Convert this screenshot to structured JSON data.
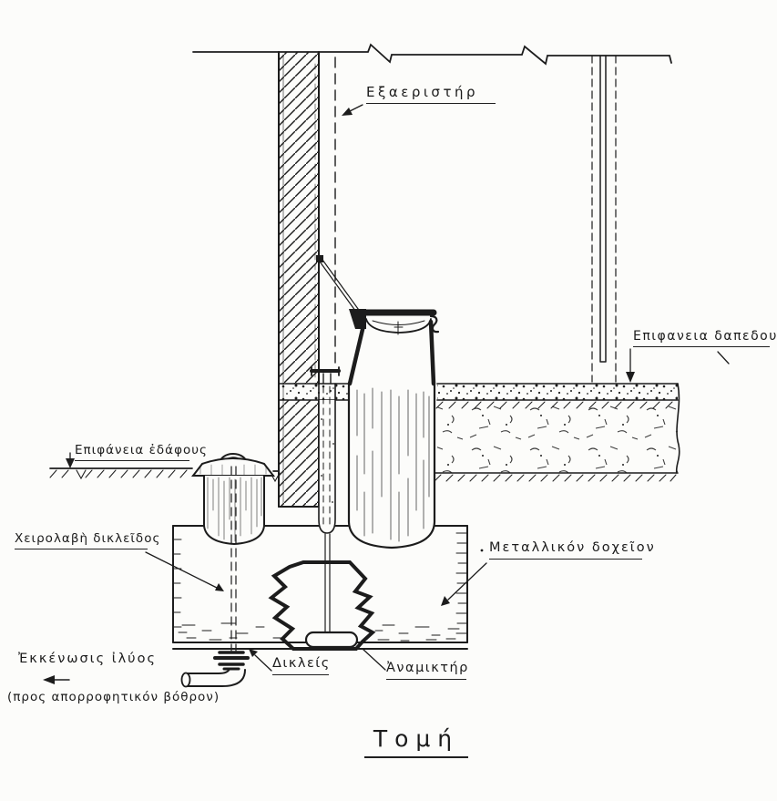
{
  "drawing": {
    "title": "Τομή",
    "labels": {
      "vent": "Εξαεριστήρ",
      "floor_surface": "Επιφανεια δαπεδου",
      "ground_surface": "Επιφάνεια ἐδάφους",
      "valve_handle": "Χειρολαβὴ δικλεῖδος",
      "metal_container": "Μεταλλικόν δοχεῖον",
      "mixer": "Ἀναμικτήρ",
      "valve": "Δικλείς",
      "sludge_drain": "Ἐκκένωσις ἰλύος",
      "drain_note": "(προς απορροφητικόν βόθρον)"
    },
    "ink_color": "#1c1c1c",
    "paper_color": "#fcfcfa"
  }
}
